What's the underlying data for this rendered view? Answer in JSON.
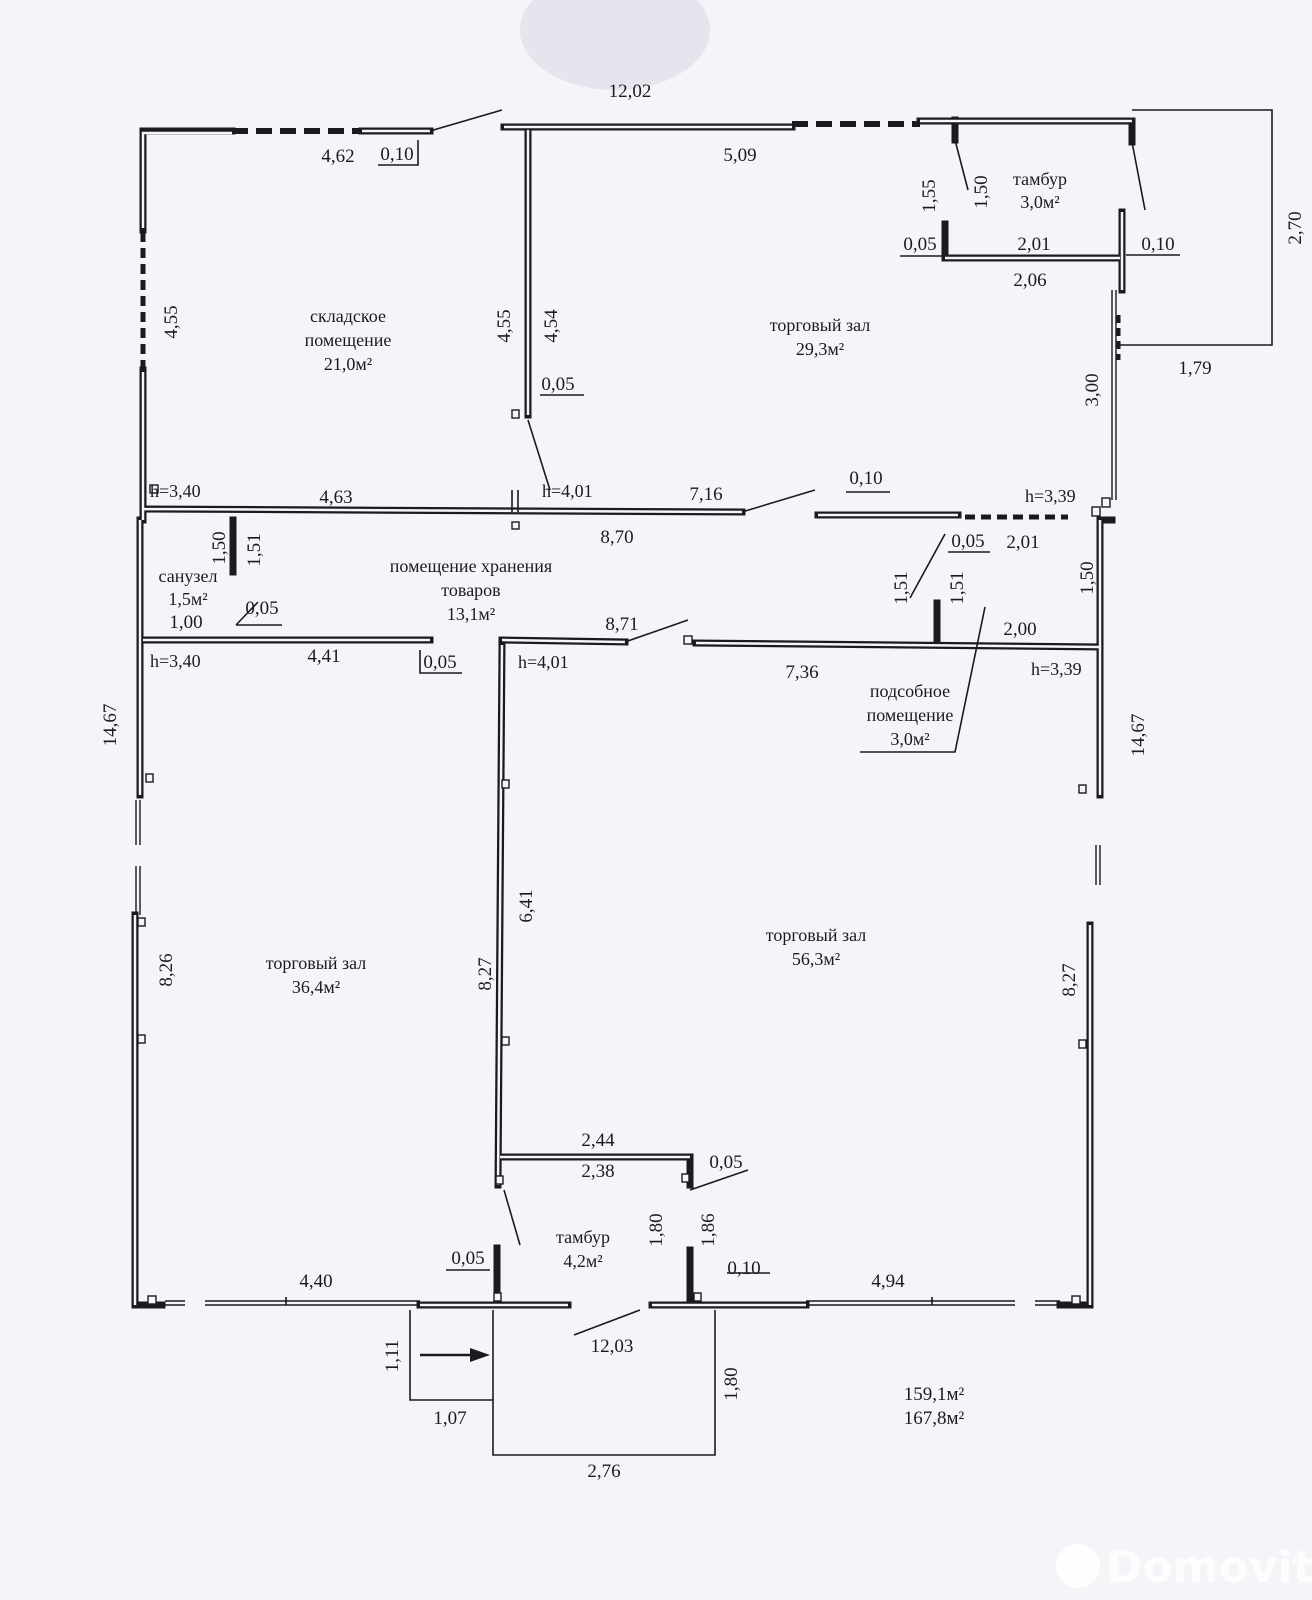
{
  "rooms": {
    "storage": [
      "складское",
      "помещение",
      "21,0м²"
    ],
    "hall_top": [
      "торговый зал",
      "29,3м²"
    ],
    "vestibule_top": [
      "тамбур",
      "3,0м²"
    ],
    "wc": [
      "санузел",
      "1,5м²"
    ],
    "goods_storage": [
      "помещение хранения",
      "товаров",
      "13,1м²"
    ],
    "utility": [
      "подсобное",
      "помещение",
      "3,0м²"
    ],
    "hall_left": [
      "торговый зал",
      "36,4м²"
    ],
    "hall_right": [
      "торговый зал",
      "56,3м²"
    ],
    "vestibule_bottom": [
      "тамбур",
      "4,2м²"
    ]
  },
  "dimensions": {
    "top_total": "12,02",
    "top_4_62": "4,62",
    "top_0_10": "0,10",
    "top_5_09": "5,09",
    "left_4_55": "4,55",
    "mid_4_55": "4,55",
    "mid_4_54": "4,54",
    "mid_0_05": "0,05",
    "vest_1_55": "1,55",
    "vest_1_50": "1,50",
    "vest_0_05": "0,05",
    "vest_2_01": "2,01",
    "vest_0_10": "0,10",
    "vest_2_06": "2,06",
    "right_2_70": "2,70",
    "right_1_79": "1,79",
    "right_3_00": "3,00",
    "row1_4_63": "4,63",
    "row1_7_16": "7,16",
    "row1_0_10": "0,10",
    "row1_8_70": "8,70",
    "row1_0_05": "0,05",
    "row1_2_01": "2,01",
    "wc_1_50": "1,50",
    "wc_1_51": "1,51",
    "wc_1_00": "1,00",
    "wc_0_05": "0,05",
    "row2_4_41": "4,41",
    "row2_0_05": "0,05",
    "row2_8_71": "8,71",
    "row2_7_36": "7,36",
    "row2_2_00": "2,00",
    "util_1_51a": "1,51",
    "util_1_51b": "1,51",
    "util_1_50": "1,50",
    "left_14_67": "14,67",
    "right_14_67": "14,67",
    "left_8_26": "8,26",
    "mid_8_27": "8,27",
    "mid_6_41": "6,41",
    "right_8_27": "8,27",
    "vb_2_44": "2,44",
    "vb_2_38": "2,38",
    "vb_0_05": "0,05",
    "vb_1_80": "1,80",
    "vb_1_86": "1,86",
    "vb_0_10": "0,10",
    "vb_0_05b": "0,05",
    "bot_4_40": "4,40",
    "bot_4_94": "4,94",
    "bot_12_03": "12,03",
    "porch_1_11": "1,11",
    "porch_1_07": "1,07",
    "porch_1_80": "1,80",
    "porch_2_76": "2,76"
  },
  "heights": {
    "h1": "h=3,40",
    "h2": "h=4,01",
    "h3": "h=3,39",
    "h4": "h=3,40",
    "h5": "h=4,01",
    "h6": "h=3,39"
  },
  "totals": [
    "159,1м²",
    "167,8м²"
  ],
  "watermark": "Domovita"
}
